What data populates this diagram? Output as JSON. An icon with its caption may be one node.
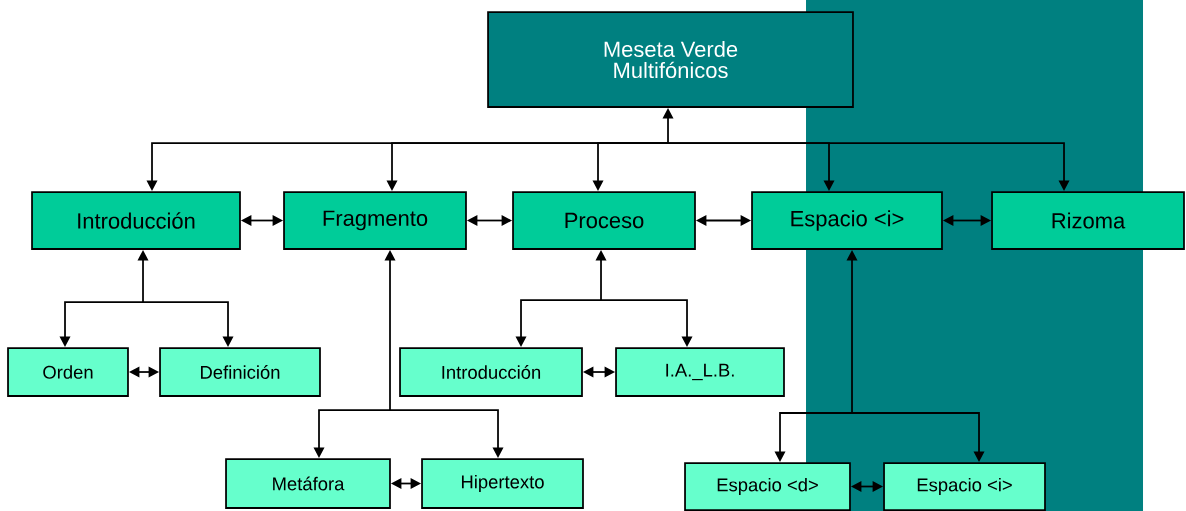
{
  "diagram": {
    "nodes": [
      {
        "text": [
          "Meseta Verde Multifónicos"
        ]
      },
      {
        "text": [
          "Introducción"
        ]
      },
      {
        "text": [
          "Fragmento"
        ]
      },
      {
        "text": [
          "Proceso"
        ]
      },
      {
        "text": [
          "Espacio <i>"
        ]
      },
      {
        "text": [
          "Rizoma"
        ]
      },
      {
        "text": [
          "Orden"
        ]
      },
      {
        "text": [
          "Definición"
        ]
      },
      {
        "text": [
          "Introducción"
        ]
      },
      {
        "text": [
          "I.A._L.B."
        ]
      },
      {
        "text": [
          "Metáfora"
        ]
      },
      {
        "text": [
          "Hipertexto"
        ]
      },
      {
        "text": [
          "Espacio <d>"
        ]
      },
      {
        "text": [
          "Espacio <i>"
        ]
      }
    ],
    "edges": [
      {
        "from": 0,
        "to": 1,
        "arrow": "both"
      },
      {
        "from": 0,
        "to": 2,
        "arrow": "both"
      },
      {
        "from": 0,
        "to": 3,
        "arrow": "both"
      },
      {
        "from": 0,
        "to": 4,
        "arrow": "both"
      },
      {
        "from": 0,
        "to": 5,
        "arrow": "both"
      },
      {
        "from": 1,
        "to": 2,
        "arrow": "both"
      },
      {
        "from": 2,
        "to": 3,
        "arrow": "both"
      },
      {
        "from": 3,
        "to": 4,
        "arrow": "both"
      },
      {
        "from": 4,
        "to": 5,
        "arrow": "both"
      },
      {
        "from": 1,
        "to": 6,
        "arrow": "both"
      },
      {
        "from": 1,
        "to": 7,
        "arrow": "both"
      },
      {
        "from": 6,
        "to": 7,
        "arrow": "both"
      },
      {
        "from": 3,
        "to": 8,
        "arrow": "both"
      },
      {
        "from": 3,
        "to": 9,
        "arrow": "both"
      },
      {
        "from": 8,
        "to": 9,
        "arrow": "both"
      },
      {
        "from": 2,
        "to": 10,
        "arrow": "both"
      },
      {
        "from": 2,
        "to": 11,
        "arrow": "both"
      },
      {
        "from": 10,
        "to": 11,
        "arrow": "both"
      },
      {
        "from": 4,
        "to": 12,
        "arrow": "both"
      },
      {
        "from": 4,
        "to": 13,
        "arrow": "both"
      },
      {
        "from": 12,
        "to": 13,
        "arrow": "both"
      }
    ]
  }
}
